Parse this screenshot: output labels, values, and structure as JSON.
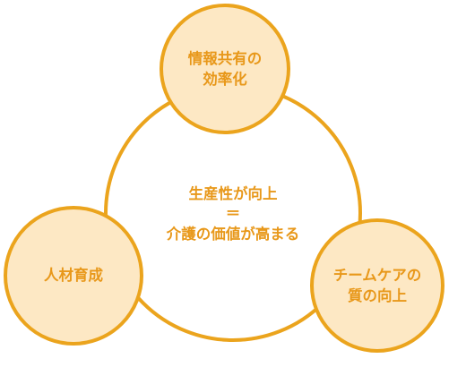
{
  "colors": {
    "ring": "#eba41d",
    "node_fill": "#fde8c4",
    "text": "#e8981a",
    "background": "#ffffff"
  },
  "diagram": {
    "center": {
      "line1": "生産性が向上",
      "line2": "＝",
      "line3": "介護の価値が高まる"
    },
    "nodes": {
      "top": "情報共有の\n効率化",
      "left": "人材育成",
      "right": "チームケアの\n質の向上"
    }
  }
}
